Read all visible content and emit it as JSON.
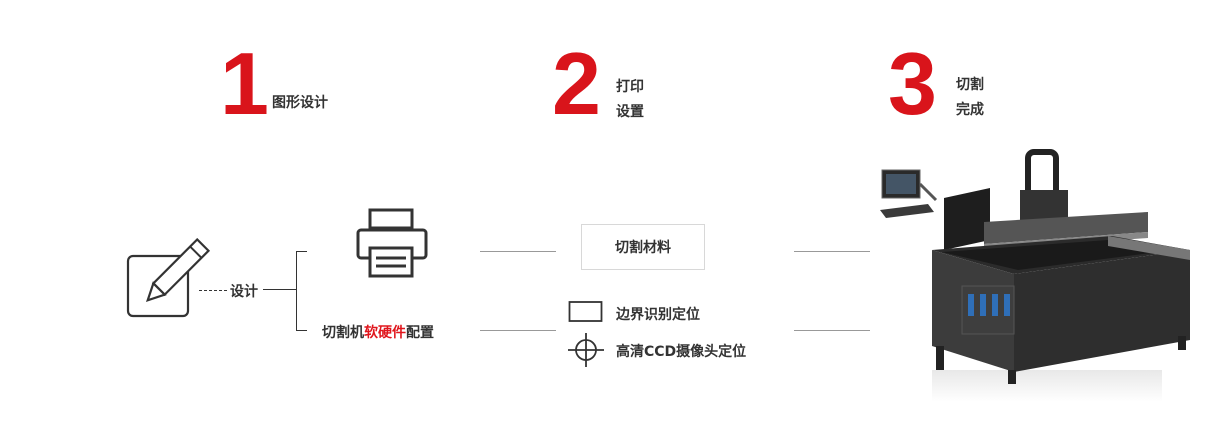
{
  "steps": [
    {
      "number": "1",
      "label_line1": "图形设计",
      "label_line2": ""
    },
    {
      "number": "2",
      "label_line1": "打印",
      "label_line2": "设置"
    },
    {
      "number": "3",
      "label_line1": "切割",
      "label_line2": "完成"
    }
  ],
  "flow": {
    "design_label": "设计",
    "software_prefix": "切割机",
    "software_highlight": "软硬件",
    "software_suffix": "配置",
    "material_box": "切割材料",
    "option_edge": "边界识别定位",
    "option_ccd": "高清CCD摄像头定位"
  },
  "icons": {
    "design": "pencil-edit-icon",
    "printer": "printer-icon",
    "edge": "rectangle-frame-icon",
    "ccd": "crosshair-icon"
  },
  "colors": {
    "accent": "#d9141b",
    "text": "#333333",
    "line": "#999999"
  }
}
